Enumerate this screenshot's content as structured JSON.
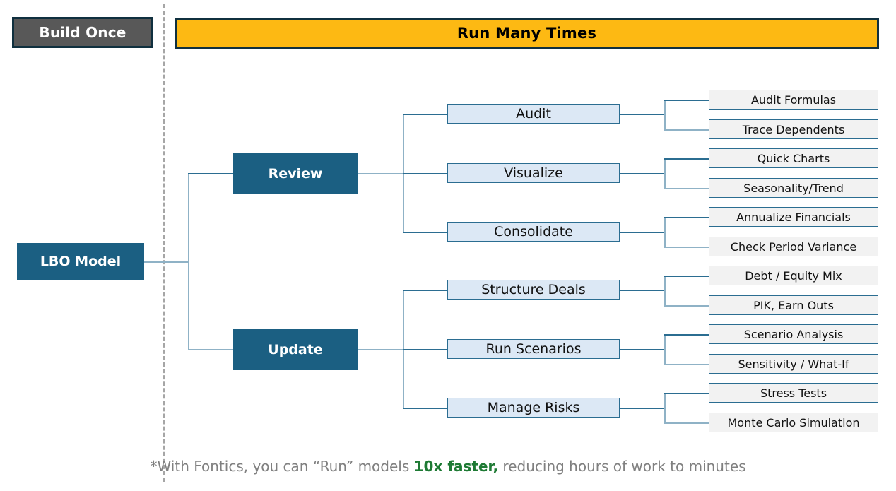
{
  "header": {
    "left_banner": "Build Once",
    "right_banner": "Run Many Times",
    "left_banner_bg": "#585858",
    "right_banner_bg": "#fdb913",
    "banner_border": "#10303f"
  },
  "colors": {
    "node_primary": "#1b5f82",
    "node_secondary": "#dce8f5",
    "node_leaf": "#f2f2f2",
    "connector": "#8fb2c6",
    "connector_dark": "#2b6d91",
    "divider": "#a6a6a6",
    "footer_text": "#808080",
    "footer_accent": "#1e7a34"
  },
  "root": {
    "label": "LBO Model"
  },
  "branches": [
    {
      "label": "Review",
      "children": [
        {
          "label": "Audit",
          "leaves": [
            "Audit Formulas",
            "Trace Dependents"
          ]
        },
        {
          "label": "Visualize",
          "leaves": [
            "Quick Charts",
            "Seasonality/Trend"
          ]
        },
        {
          "label": "Consolidate",
          "leaves": [
            "Annualize Financials",
            "Check Period Variance"
          ]
        }
      ]
    },
    {
      "label": "Update",
      "children": [
        {
          "label": "Structure Deals",
          "leaves": [
            "Debt / Equity Mix",
            "PIK, Earn Outs"
          ]
        },
        {
          "label": "Run Scenarios",
          "leaves": [
            "Scenario Analysis",
            "Sensitivity / What-If"
          ]
        },
        {
          "label": "Manage Risks",
          "leaves": [
            "Stress Tests",
            "Monte Carlo Simulation"
          ]
        }
      ]
    }
  ],
  "footer": {
    "prefix": "*With Fontics, you can “Run” models ",
    "accent": "10x faster,",
    "suffix": " reducing hours of work to minutes"
  }
}
